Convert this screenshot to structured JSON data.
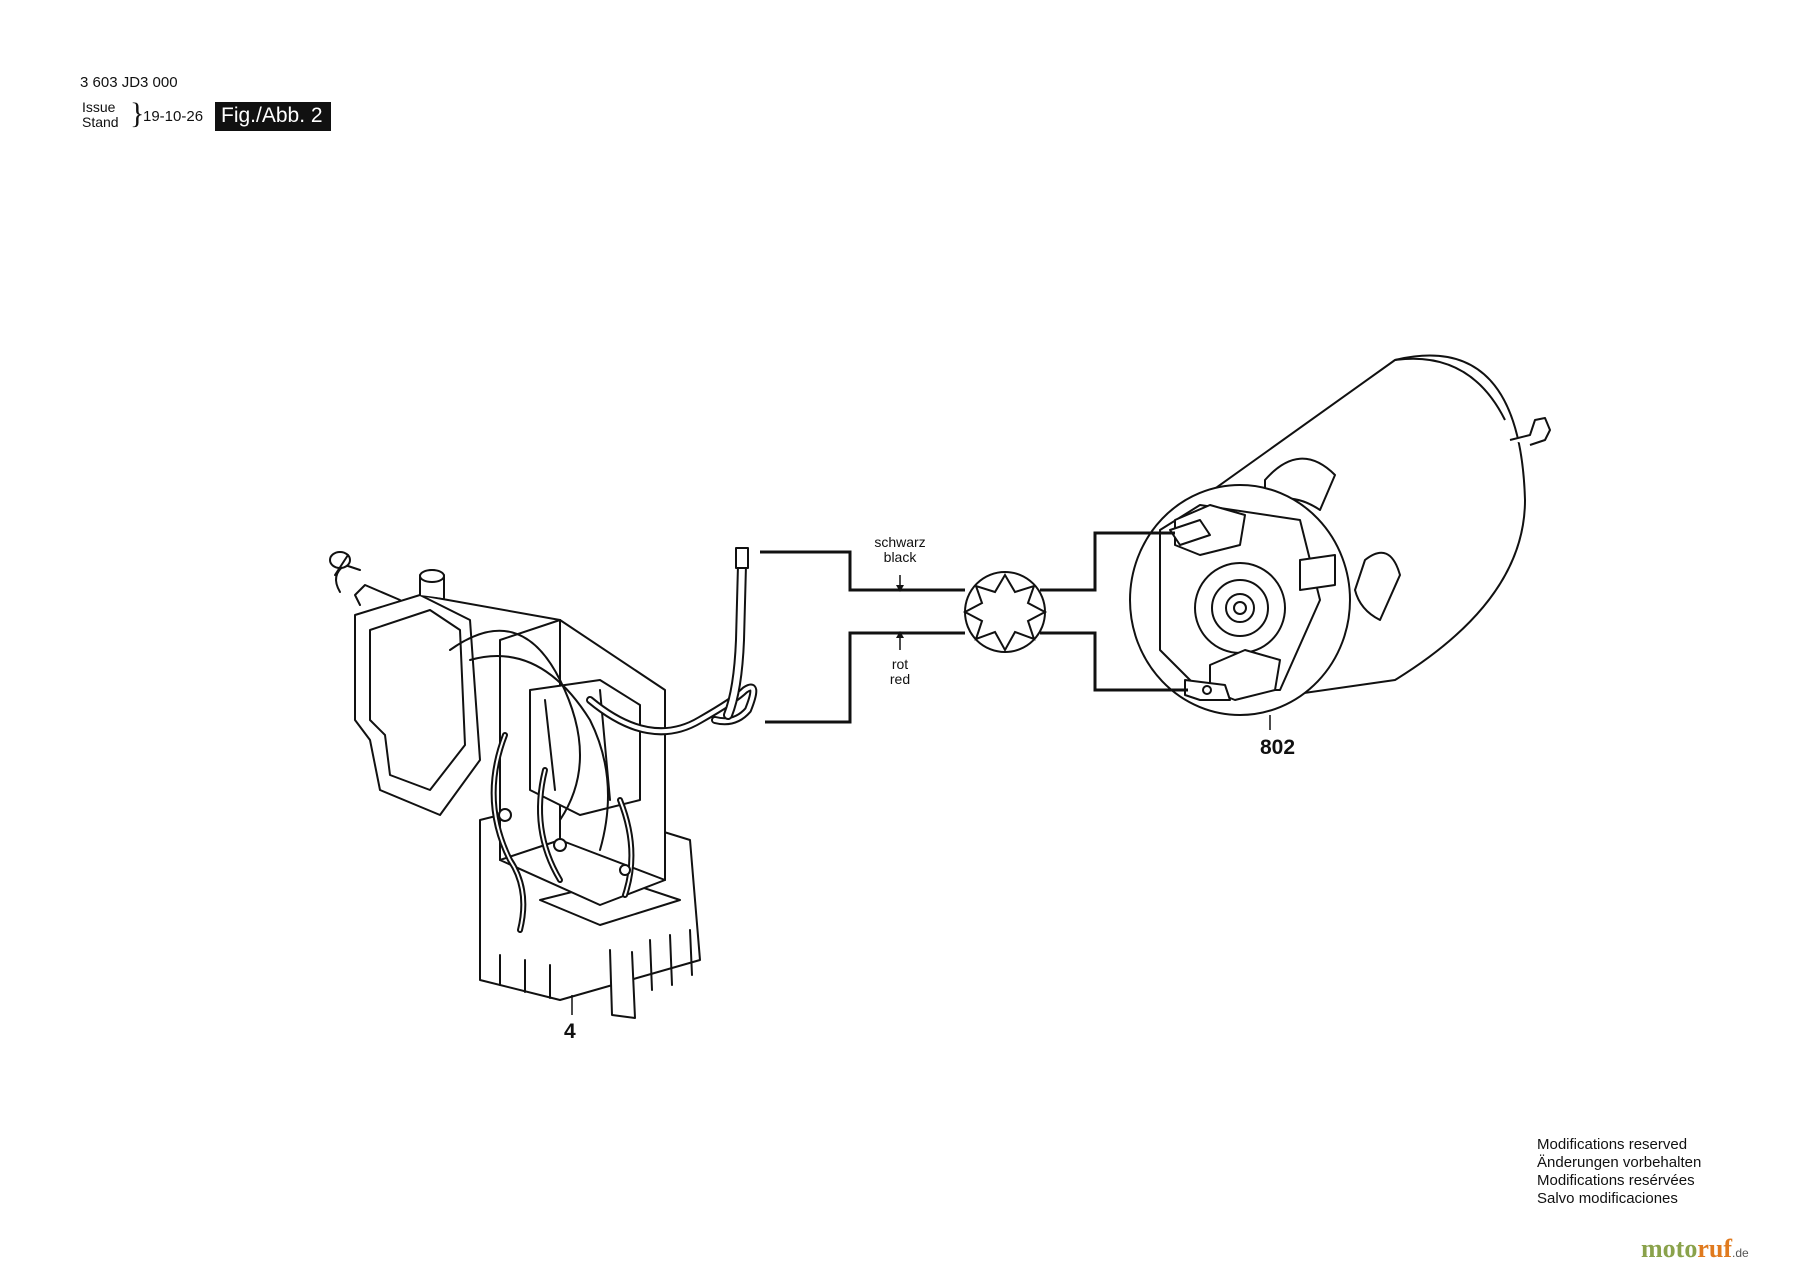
{
  "header": {
    "part_code": "3 603 JD3 000",
    "issue_label_1": "Issue",
    "issue_label_2": "Stand",
    "brace": "}",
    "date": "19-10-26",
    "figure": "Fig./Abb. 2"
  },
  "wires": {
    "top_label_de": "schwarz",
    "top_label_en": "black",
    "bottom_label_de": "rot",
    "bottom_label_en": "red"
  },
  "parts": {
    "switch_number": "4",
    "motor_number": "802"
  },
  "notice": {
    "en": "Modifications reserved",
    "de": "Änderungen vorbehalten",
    "fr": "Modifications resérvées",
    "es": "Salvo modificaciones"
  },
  "brand": {
    "part1": "moto",
    "part2": "ruf",
    "tld": ".de"
  }
}
